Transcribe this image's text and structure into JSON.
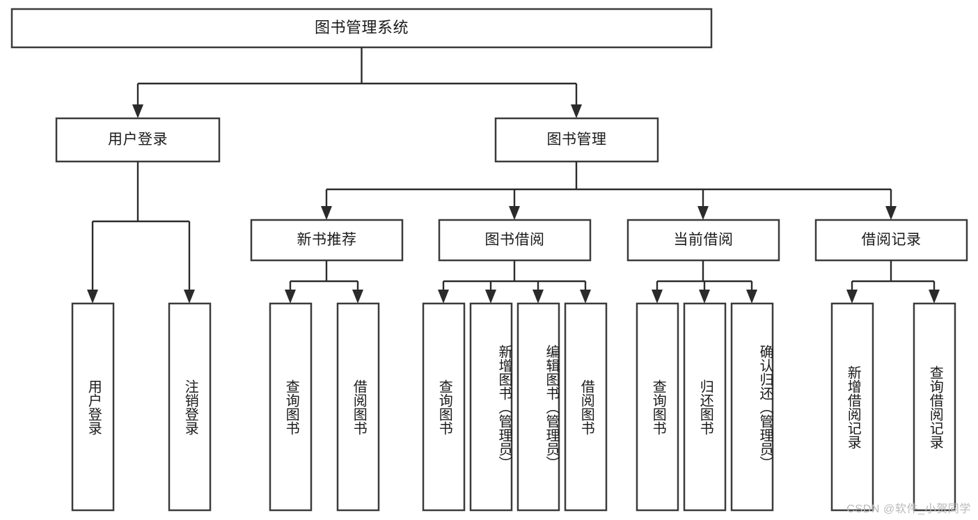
{
  "diagram": {
    "title": "图书管理系统",
    "type": "tree",
    "orientation": "top-down",
    "colors": {
      "box_fill": "#ffffff",
      "box_stroke": "#3b3b3b",
      "connector": "#2b2b2b",
      "text": "#1a1a1a",
      "watermark": "#b9b9b9",
      "background": "#ffffff"
    },
    "levels": {
      "root": "图书管理系统",
      "level2": [
        "用户登录",
        "图书管理"
      ],
      "level3": [
        "新书推荐",
        "图书借阅",
        "当前借阅",
        "借阅记录"
      ]
    },
    "nodes": {
      "root": {
        "label": "图书管理系统"
      },
      "user_login": {
        "label": "用户登录"
      },
      "book_manage": {
        "label": "图书管理"
      },
      "new_book_rec": {
        "label": "新书推荐"
      },
      "book_borrow": {
        "label": "图书借阅"
      },
      "current_borrow": {
        "label": "当前借阅"
      },
      "borrow_record": {
        "label": "借阅记录"
      }
    },
    "leaves": {
      "user_login": [
        "用户登录",
        "注销登录"
      ],
      "new_book_rec": [
        "查询图书",
        "借阅图书"
      ],
      "book_borrow": [
        "查询图书",
        "新增图书（管理员）",
        "编辑图书（管理员）",
        "借阅图书"
      ],
      "current_borrow": [
        "查询图书",
        "归还图书",
        "确认归还（管理员）"
      ],
      "borrow_record": [
        "新增借阅记录",
        "查询借阅记录"
      ]
    },
    "watermark": "CSDN @软件_小贺同学"
  },
  "chart_data": {
    "type": "table",
    "title": "图书管理系统",
    "nodes": [
      {
        "id": "root",
        "label": "图书管理系统",
        "level": 0,
        "parent": null
      },
      {
        "id": "user_login",
        "label": "用户登录",
        "level": 1,
        "parent": "root"
      },
      {
        "id": "book_manage",
        "label": "图书管理",
        "level": 1,
        "parent": "root"
      },
      {
        "id": "new_book_rec",
        "label": "新书推荐",
        "level": 2,
        "parent": "book_manage"
      },
      {
        "id": "book_borrow",
        "label": "图书借阅",
        "level": 2,
        "parent": "book_manage"
      },
      {
        "id": "current_borrow",
        "label": "当前借阅",
        "level": 2,
        "parent": "book_manage"
      },
      {
        "id": "borrow_record",
        "label": "借阅记录",
        "level": 2,
        "parent": "book_manage"
      },
      {
        "id": "ul_1",
        "label": "用户登录",
        "level": 2,
        "parent": "user_login"
      },
      {
        "id": "ul_2",
        "label": "注销登录",
        "level": 2,
        "parent": "user_login"
      },
      {
        "id": "nbr_1",
        "label": "查询图书",
        "level": 3,
        "parent": "new_book_rec"
      },
      {
        "id": "nbr_2",
        "label": "借阅图书",
        "level": 3,
        "parent": "new_book_rec"
      },
      {
        "id": "bb_1",
        "label": "查询图书",
        "level": 3,
        "parent": "book_borrow"
      },
      {
        "id": "bb_2",
        "label": "新增图书（管理员）",
        "level": 3,
        "parent": "book_borrow"
      },
      {
        "id": "bb_3",
        "label": "编辑图书（管理员）",
        "level": 3,
        "parent": "book_borrow"
      },
      {
        "id": "bb_4",
        "label": "借阅图书",
        "level": 3,
        "parent": "book_borrow"
      },
      {
        "id": "cb_1",
        "label": "查询图书",
        "level": 3,
        "parent": "current_borrow"
      },
      {
        "id": "cb_2",
        "label": "归还图书",
        "level": 3,
        "parent": "current_borrow"
      },
      {
        "id": "cb_3",
        "label": "确认归还（管理员）",
        "level": 3,
        "parent": "current_borrow"
      },
      {
        "id": "br_1",
        "label": "新增借阅记录",
        "level": 3,
        "parent": "borrow_record"
      },
      {
        "id": "br_2",
        "label": "查询借阅记录",
        "level": 3,
        "parent": "borrow_record"
      }
    ]
  }
}
